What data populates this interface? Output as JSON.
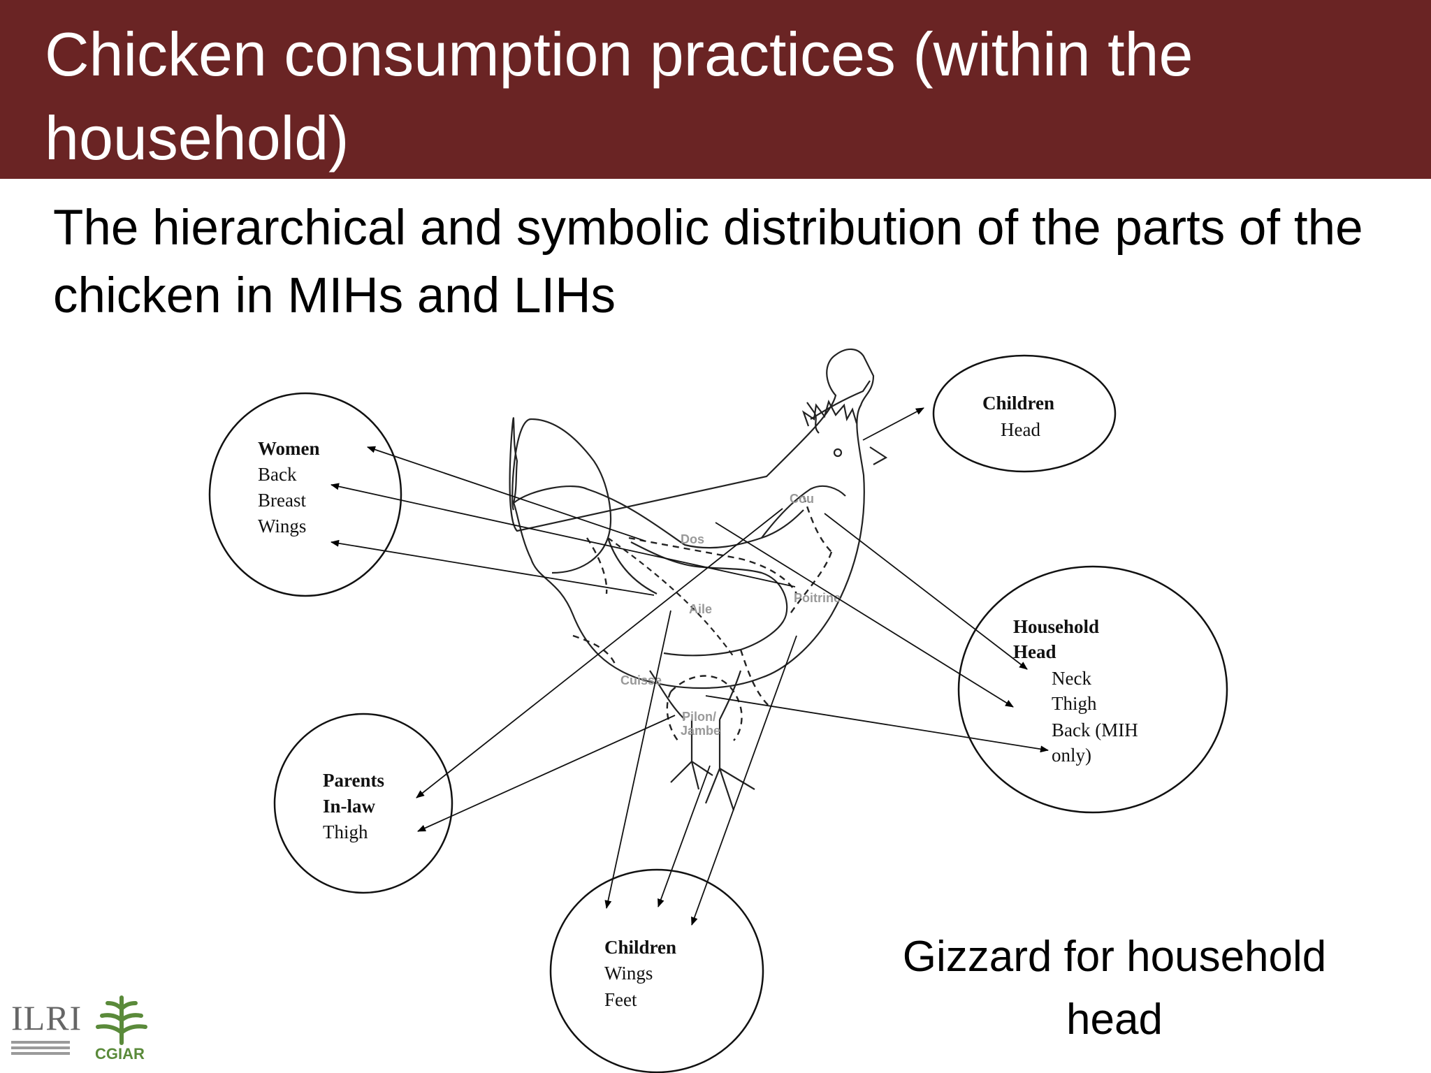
{
  "slide": {
    "title": "Chicken consumption practices (within the household)",
    "subtitle": "The hierarchical and symbolic distribution of the parts of the chicken in MIHs and LIHs",
    "note": "Gizzard for household head"
  },
  "diagram": {
    "chicken_parts": [
      "Cou",
      "Dos",
      "Aile",
      "Poitrine",
      "Cuisse",
      "Pilon/",
      "Jambe"
    ],
    "groups": [
      {
        "title": "Women",
        "items": [
          "Back",
          "Breast",
          "Wings"
        ]
      },
      {
        "title": "Children",
        "items": [
          "Head"
        ]
      },
      {
        "title": "Household",
        "title2": "Head",
        "items": [
          "Neck",
          "Thigh",
          "Back (MIH",
          "only)"
        ]
      },
      {
        "title": "Parents",
        "title2": "In-law",
        "items": [
          "Thigh"
        ]
      },
      {
        "title": "Children",
        "items": [
          "Wings",
          "Feet"
        ]
      }
    ]
  },
  "logos": {
    "ilri": "ILRI",
    "cgiar": "CGIAR"
  }
}
